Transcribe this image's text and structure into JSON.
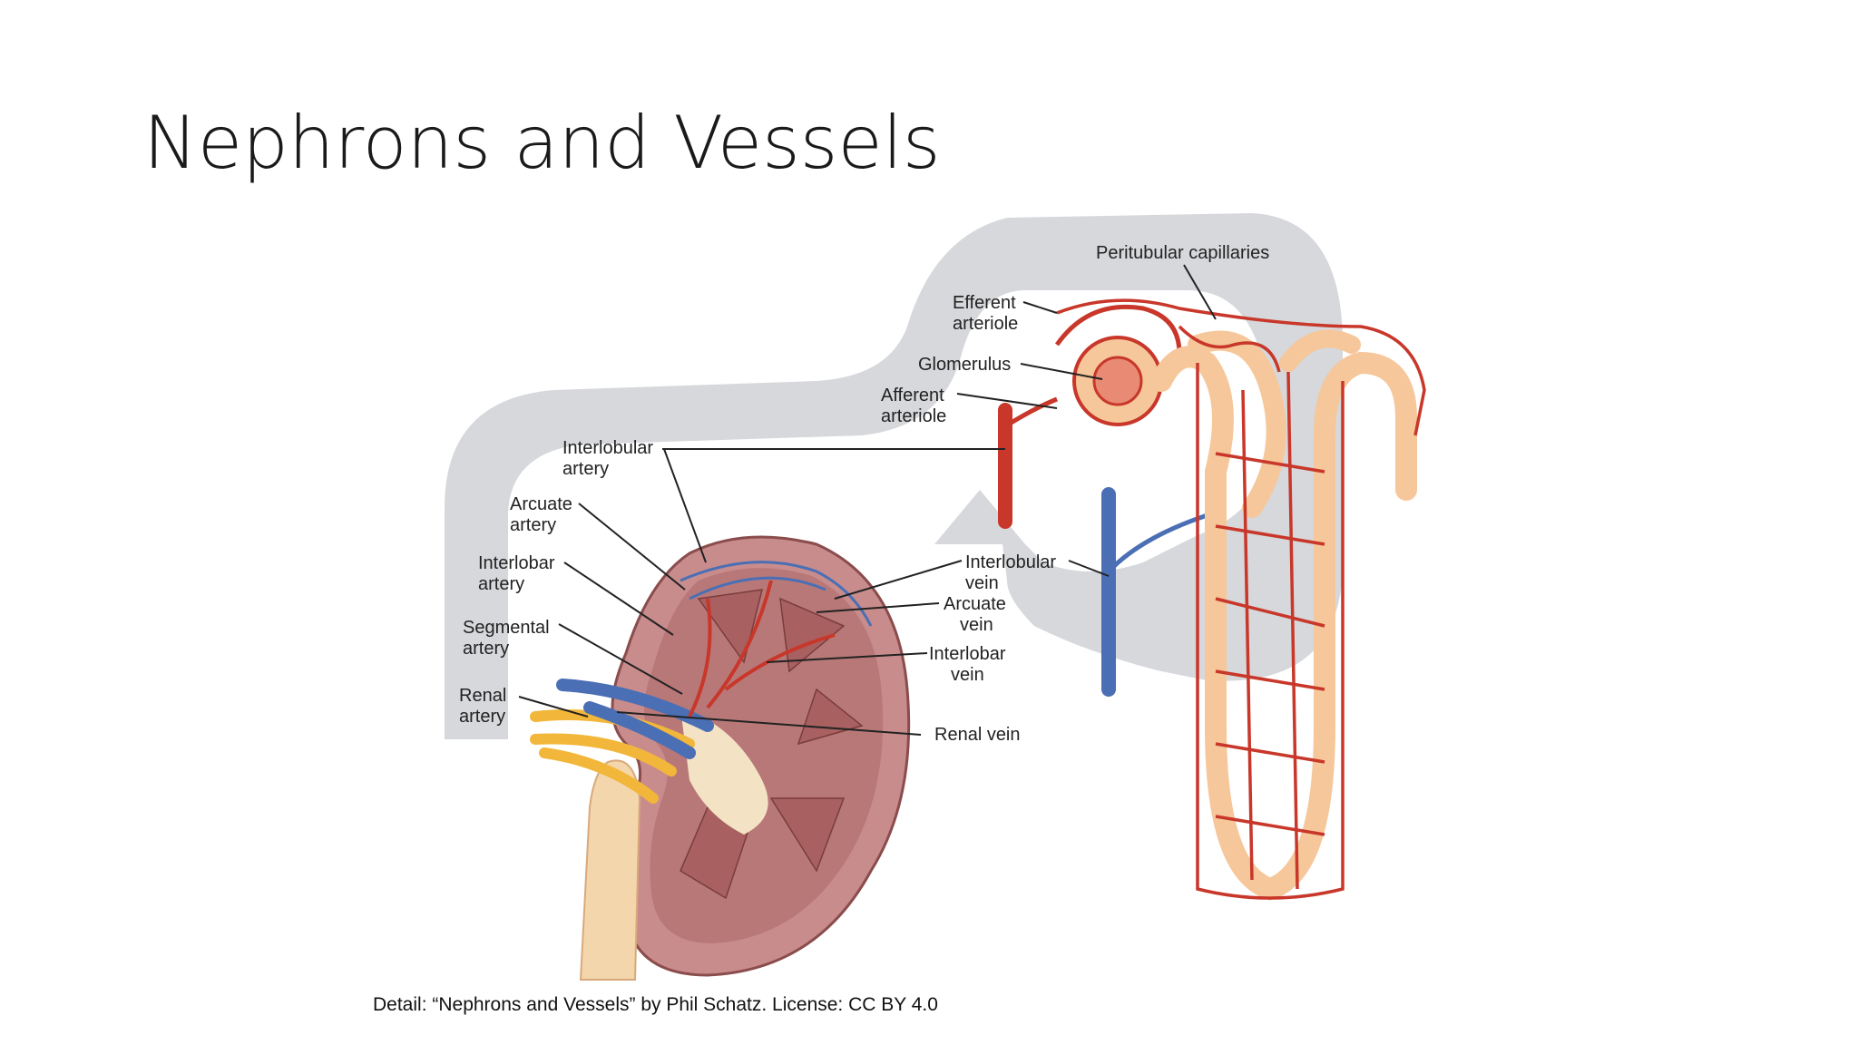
{
  "slide": {
    "title": "Nephrons and Vessels",
    "caption": "Detail: “Nephrons and Vessels” by Phil Schatz. License: CC BY 4.0"
  },
  "labels": {
    "peritubular_capillaries": "Peritubular capillaries",
    "efferent_arteriole": [
      "Efferent",
      "arteriole"
    ],
    "glomerulus": "Glomerulus",
    "afferent_arteriole": [
      "Afferent",
      "arteriole"
    ],
    "interlobular_artery": [
      "Interlobular",
      "artery"
    ],
    "arcuate_artery": [
      "Arcuate",
      "artery"
    ],
    "interlobar_artery": [
      "Interlobar",
      "artery"
    ],
    "segmental_artery": [
      "Segmental",
      "artery"
    ],
    "renal_artery": [
      "Renal",
      "artery"
    ],
    "interlobular_vein": [
      "Interlobular",
      "vein"
    ],
    "arcuate_vein": [
      "Arcuate",
      "vein"
    ],
    "interlobar_vein": [
      "Interlobar",
      "vein"
    ],
    "renal_vein": "Renal vein"
  },
  "colors": {
    "artery": "#c8372a",
    "vein": "#4a6fb5",
    "tubule": "#f6c79a",
    "kidney": "#c98c8c",
    "flow_band": "#d6d8db"
  }
}
